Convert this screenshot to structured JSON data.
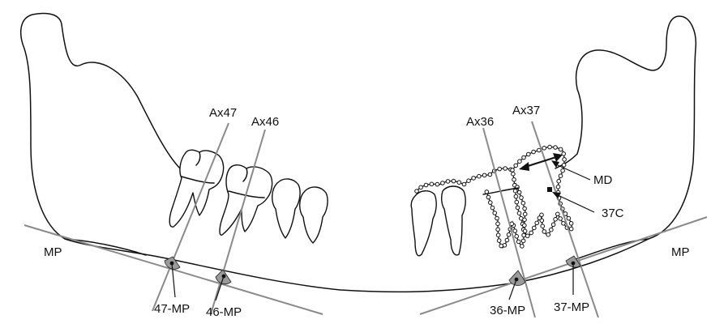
{
  "labels": {
    "ax47": "Ax47",
    "ax46": "Ax46",
    "ax36": "Ax36",
    "ax37": "Ax37",
    "mp_left": "MP",
    "mp_right": "MP",
    "md": "MD",
    "c37": "37C",
    "mp47": "47-MP",
    "mp46": "46-MP",
    "mp36": "36-MP",
    "mp37": "37-MP"
  },
  "colors": {
    "outline": "#111111",
    "axis": "#8a8a8a",
    "angle_fill": "#9a9a9a",
    "background": "#ffffff"
  }
}
